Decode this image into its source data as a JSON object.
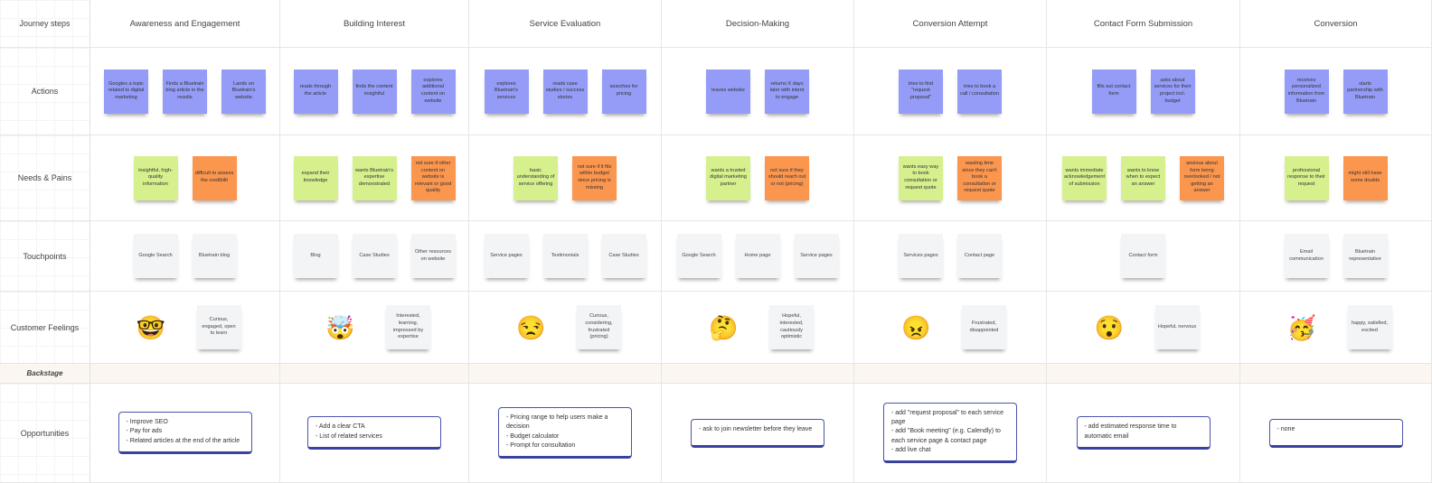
{
  "rows": {
    "header": "Journey steps",
    "actions": "Actions",
    "needs": "Needs & Pains",
    "touchpoints": "Touchpoints",
    "feelings": "Customer Feelings",
    "backstage": "Backstage",
    "opportunities": "Opportunities"
  },
  "steps": [
    {
      "title": "Awareness and Engagement",
      "actions": [
        "Googles a topic related to digital marketing",
        "Finds a Bluetrain blog article in the results",
        "Lands on Bluetrain's website"
      ],
      "needs": [
        "insightful, high-quality information"
      ],
      "pains": [
        "difficult to assess the credibilit"
      ],
      "touchpoints": [
        "Google Search",
        "Bluetrain blog"
      ],
      "emoji": "🤓",
      "feeling": "Curious, engaged, open to learn",
      "opportunity": "- Improve SEO\n- Pay for ads\n- Related articles at the end of the article"
    },
    {
      "title": "Building Interest",
      "actions": [
        "reads through the article",
        "finds the content insightful",
        "explores additional content on website"
      ],
      "needs": [
        "expand their knowledge",
        "wants Bluetrain's expertise demonstrated"
      ],
      "pains": [
        "not sure if other content on website is relevant or good quality"
      ],
      "touchpoints": [
        "Blog",
        "Case Studies",
        "Other resources on website"
      ],
      "emoji": "🤯",
      "feeling": "Interested, learning, impressed by expertise",
      "opportunity": "- Add a clear CTA\n- List of related services"
    },
    {
      "title": "Service Evaluation",
      "actions": [
        "explores Bluetrain's services",
        "reads case studies / success stories",
        "searches for pricing"
      ],
      "needs": [
        "basic understanding of service offering"
      ],
      "pains": [
        "not sure if it fits within budget since pricing is missing"
      ],
      "touchpoints": [
        "Service pages",
        "Testimonials",
        "Case Studies"
      ],
      "emoji": "😒",
      "feeling": "Curious, considering, frustrated (pricing)",
      "opportunity": "- Pricing range to help users make a decision\n- Budget calculator\n- Prompt for consultation"
    },
    {
      "title": "Decision-Making",
      "actions": [
        "leaves website",
        "returns X days later with intent to engage"
      ],
      "needs": [
        "wants a trusted digital marketing partner"
      ],
      "pains": [
        "not sure if they should reach out or not (pricing)"
      ],
      "touchpoints": [
        "Google Search",
        "Home page",
        "Service pages"
      ],
      "emoji": "🤔",
      "feeling": "Hopeful, interested, cautiously optimistic",
      "opportunity": "- ask to join newsletter before they leave"
    },
    {
      "title": "Conversion Attempt",
      "actions": [
        "tries to find \"request proposal\"",
        "tries to book a call / consultation"
      ],
      "needs": [
        "wants easy way to book consultation or request quote"
      ],
      "pains": [
        "wasting time since they can't book a consultation or request quote"
      ],
      "touchpoints": [
        "Services pages",
        "Contact page"
      ],
      "emoji": "😠",
      "feeling": "Frustrated, disappointed",
      "opportunity": "- add \"request proposal\" to each service page\n- add \"Book meeting\" (e.g. Calendly) to each service page & contact page\n- add live chat"
    },
    {
      "title": "Contact Form Submission",
      "actions": [
        "fills out contact form",
        "asks about services for their project incl. budget"
      ],
      "needs": [
        "wants immediate acknowledgement of submission",
        "wants to know when to expect an answer"
      ],
      "pains": [
        "anxious about form being overlooked / not getting an answer"
      ],
      "touchpoints": [
        "Contact form"
      ],
      "emoji": "😯",
      "feeling": "Hopeful, nervous",
      "opportunity": "- add estimated response time to automatic email"
    },
    {
      "title": "Conversion",
      "actions": [
        "receives personalized information from Bluetrain",
        "starts partnership with Bluetrain"
      ],
      "needs": [
        "professional response to their request"
      ],
      "pains": [
        "might still have some doubts"
      ],
      "touchpoints": [
        "Email communication",
        "Bluetrain representative"
      ],
      "emoji": "🥳",
      "feeling": "happy, satisfied, excited",
      "opportunity": "- none"
    }
  ],
  "colors": {
    "action": "#949cf7",
    "need": "#d6f08e",
    "pain": "#fb964f",
    "touchpoint": "#f3f4f6",
    "opportunity_border": "#3a41a0"
  }
}
